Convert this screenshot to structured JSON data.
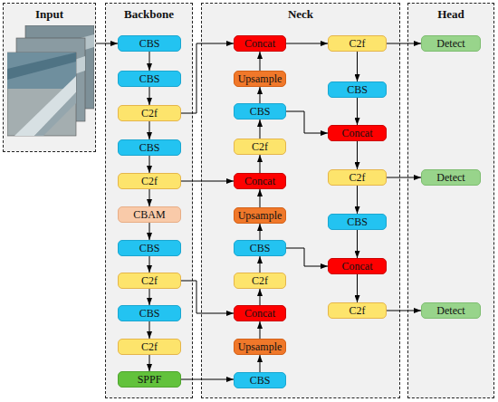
{
  "diagram": {
    "nodes": [
      {
        "text": [
          "Input"
        ]
      },
      {
        "text": [
          "Backbone"
        ]
      },
      {
        "text": [
          "CBS"
        ],
        "in": 1
      },
      {
        "text": [
          "CBS"
        ],
        "in": 1
      },
      {
        "text": [
          "C2f"
        ],
        "in": 1
      },
      {
        "text": [
          "CBS"
        ],
        "in": 1
      },
      {
        "text": [
          "C2f"
        ],
        "in": 1
      },
      {
        "text": [
          "CBAM"
        ],
        "in": 1
      },
      {
        "text": [
          "CBS"
        ],
        "in": 1
      },
      {
        "text": [
          "C2f"
        ],
        "in": 1
      },
      {
        "text": [
          "CBS"
        ],
        "in": 1
      },
      {
        "text": [
          "C2f"
        ],
        "in": 1
      },
      {
        "text": [
          "SPPF"
        ],
        "in": 1
      },
      {
        "text": [
          "Neck"
        ]
      },
      {
        "text": [
          "Concat"
        ],
        "in": 13
      },
      {
        "text": [
          "Upsample"
        ],
        "in": 13
      },
      {
        "text": [
          "CBS"
        ],
        "in": 13
      },
      {
        "text": [
          "C2f"
        ],
        "in": 13
      },
      {
        "text": [
          "Concat"
        ],
        "in": 13
      },
      {
        "text": [
          "Upsample"
        ],
        "in": 13
      },
      {
        "text": [
          "CBS"
        ],
        "in": 13
      },
      {
        "text": [
          "C2f"
        ],
        "in": 13
      },
      {
        "text": [
          "Concat"
        ],
        "in": 13
      },
      {
        "text": [
          "Upsample"
        ],
        "in": 13
      },
      {
        "text": [
          "CBS"
        ],
        "in": 13
      },
      {
        "text": [
          "C2f"
        ],
        "in": 13
      },
      {
        "text": [
          "CBS"
        ],
        "in": 13
      },
      {
        "text": [
          "Concat"
        ],
        "in": 13
      },
      {
        "text": [
          "C2f"
        ],
        "in": 13
      },
      {
        "text": [
          "CBS"
        ],
        "in": 13
      },
      {
        "text": [
          "Concat"
        ],
        "in": 13
      },
      {
        "text": [
          "C2f"
        ],
        "in": 13
      },
      {
        "text": [
          "Head"
        ]
      },
      {
        "text": [
          "Detect"
        ],
        "in": 32
      },
      {
        "text": [
          "Detect"
        ],
        "in": 32
      },
      {
        "text": [
          "Detect"
        ],
        "in": 32
      }
    ],
    "edges": [
      {
        "from": 0,
        "to": 2,
        "arrow": "to"
      },
      {
        "from": 2,
        "to": 3,
        "arrow": "to"
      },
      {
        "from": 3,
        "to": 4,
        "arrow": "to"
      },
      {
        "from": 4,
        "to": 5,
        "arrow": "to"
      },
      {
        "from": 5,
        "to": 6,
        "arrow": "to"
      },
      {
        "from": 6,
        "to": 7,
        "arrow": "to"
      },
      {
        "from": 7,
        "to": 8,
        "arrow": "to"
      },
      {
        "from": 8,
        "to": 9,
        "arrow": "to"
      },
      {
        "from": 9,
        "to": 10,
        "arrow": "to"
      },
      {
        "from": 10,
        "to": 11,
        "arrow": "to"
      },
      {
        "from": 11,
        "to": 12,
        "arrow": "to"
      },
      {
        "from": 12,
        "to": 24,
        "arrow": "to"
      },
      {
        "from": 24,
        "to": 23,
        "arrow": "to"
      },
      {
        "from": 23,
        "to": 22,
        "arrow": "to"
      },
      {
        "from": 22,
        "to": 21,
        "arrow": "to"
      },
      {
        "from": 21,
        "to": 20,
        "arrow": "to"
      },
      {
        "from": 20,
        "to": 19,
        "arrow": "to"
      },
      {
        "from": 19,
        "to": 18,
        "arrow": "to"
      },
      {
        "from": 18,
        "to": 17,
        "arrow": "to"
      },
      {
        "from": 17,
        "to": 16,
        "arrow": "to"
      },
      {
        "from": 16,
        "to": 15,
        "arrow": "to"
      },
      {
        "from": 15,
        "to": 14,
        "arrow": "to"
      },
      {
        "from": 4,
        "to": 14,
        "arrow": "to"
      },
      {
        "from": 6,
        "to": 18,
        "arrow": "to"
      },
      {
        "from": 9,
        "to": 22,
        "arrow": "to"
      },
      {
        "from": 14,
        "to": 25,
        "arrow": "to"
      },
      {
        "from": 25,
        "to": 33,
        "arrow": "to"
      },
      {
        "from": 25,
        "to": 26,
        "arrow": "to"
      },
      {
        "from": 26,
        "to": 27,
        "arrow": "to"
      },
      {
        "from": 16,
        "to": 27,
        "arrow": "to"
      },
      {
        "from": 27,
        "to": 28,
        "arrow": "to"
      },
      {
        "from": 28,
        "to": 34,
        "arrow": "to"
      },
      {
        "from": 28,
        "to": 29,
        "arrow": "to"
      },
      {
        "from": 29,
        "to": 30,
        "arrow": "to"
      },
      {
        "from": 20,
        "to": 30,
        "arrow": "to"
      },
      {
        "from": 30,
        "to": 31,
        "arrow": "to"
      },
      {
        "from": 31,
        "to": 35,
        "arrow": "to"
      }
    ]
  }
}
